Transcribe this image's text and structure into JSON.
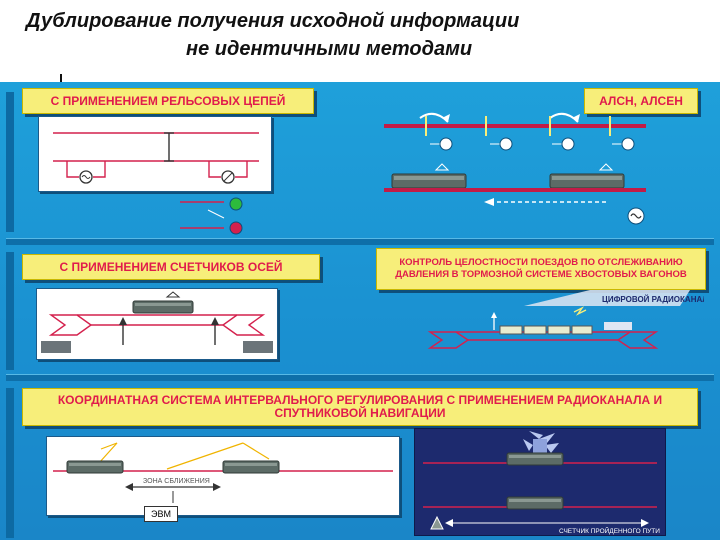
{
  "title": {
    "line1": "Дублирование получения исходной информации",
    "line2": "не идентичными методами"
  },
  "sections": {
    "rail_circuits": "С ПРИМЕНЕНИЕМ РЕЛЬСОВЫХ ЦЕПЕЙ",
    "alsn": "АЛСН, АЛСЕН",
    "axle_counters": "С ПРИМЕНЕНИЕМ СЧЕТЧИКОВ ОСЕЙ",
    "integrity": "КОНТРОЛЬ ЦЕЛОСТНОСТИ ПОЕЗДОВ ПО ОТСЛЕЖИВАНИЮ ДАВЛЕНИЯ В ТОРМОЗНОЙ СИСТЕМЕ ХВОСТОВЫХ ВАГОНОВ",
    "coordinate": "КООРДИНАТНАЯ СИСТЕМА ИНТЕРВАЛЬНОГО РЕГУЛИРОВАНИЯ С ПРИМЕНЕНИЕМ РАДИОКАНАЛА И СПУТНИКОВОЙ НАВИГАЦИИ"
  },
  "labels": {
    "digital_radio": "ЦИФРОВОЙ РАДИОКАНАЛ",
    "approach_zone": "ЗОНА СБЛИЖЕНИЯ",
    "evm": "ЭВМ",
    "path_count": "СЧЕТЧИК ПРОЙДЕННОГО ПУТИ"
  },
  "colors": {
    "background": "#1a8fd0",
    "label_bg": "#f7ee7a",
    "label_text": "#e01b4c",
    "track": "#d4214d"
  }
}
